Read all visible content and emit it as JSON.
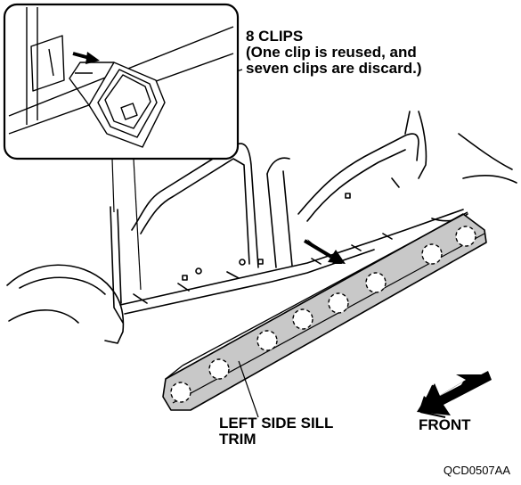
{
  "callouts": {
    "clips_title": "8 CLIPS",
    "clips_note": "(One clip is reused, and\nseven clips are discard.)",
    "trim_label": "LEFT SIDE SILL\nTRIM",
    "front_label": "FRONT"
  },
  "figure_code": "QCD0507AA",
  "clips": {
    "count": 8
  },
  "colors": {
    "line": "#000000",
    "trim_fill": "#c8c8c8",
    "inset_bg": "#ffffff"
  }
}
